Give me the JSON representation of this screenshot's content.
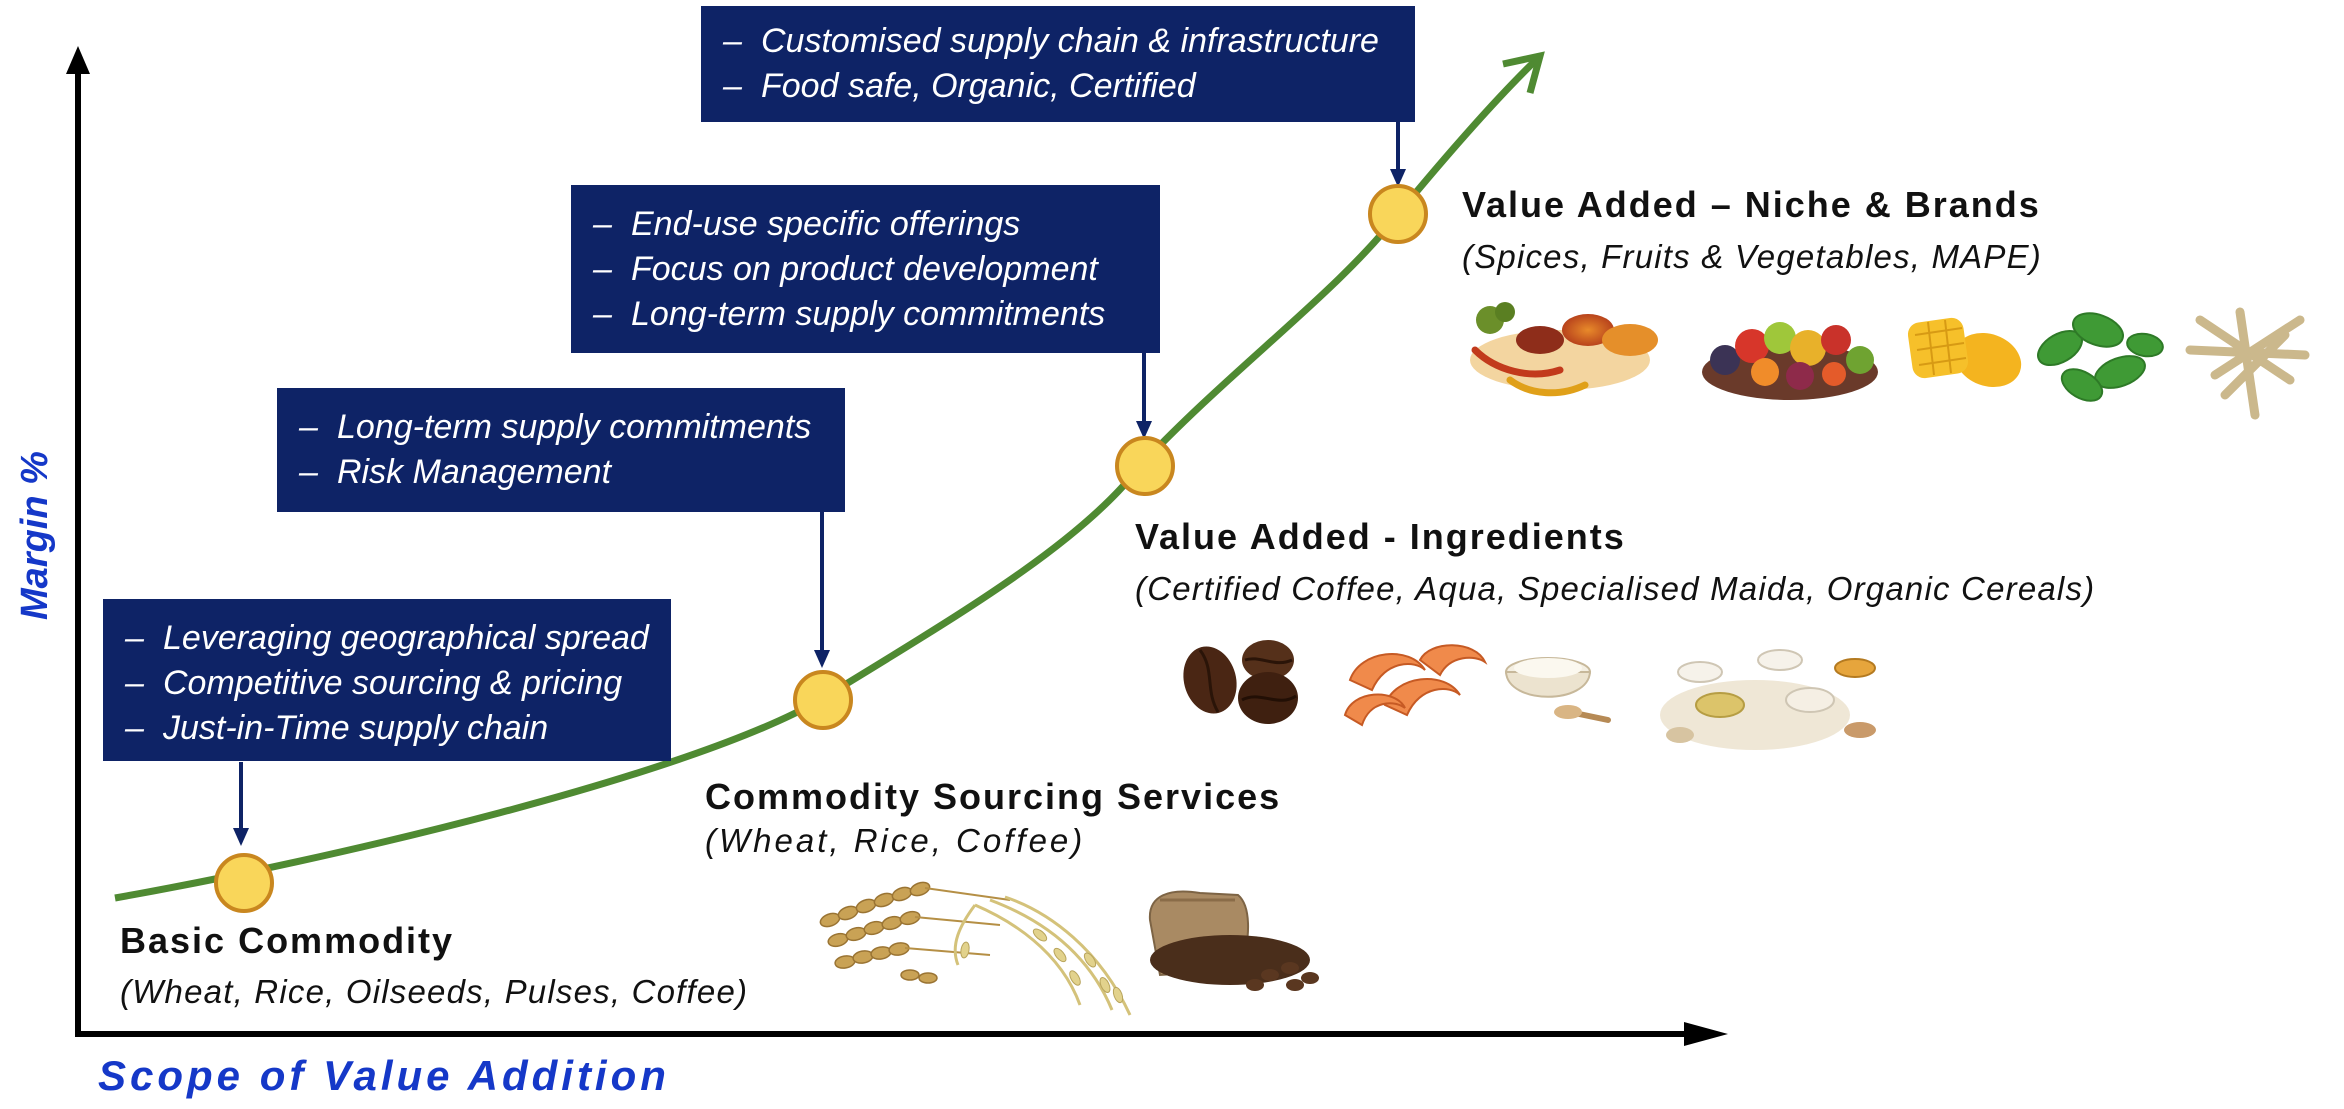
{
  "axes": {
    "y_label": "Margin %",
    "x_label": "Scope of Value Addition"
  },
  "colors": {
    "box_fill": "#0e2366",
    "curve": "#4f8a32",
    "node_fill": "#f9d65a",
    "node_stroke": "#c9871f",
    "axis_label": "#1538c8",
    "axis": "#000000"
  },
  "boxes": [
    {
      "id": "box-basic",
      "bullets": [
        "Leveraging geographical spread",
        "Competitive sourcing & pricing",
        "Just-in-Time supply chain"
      ]
    },
    {
      "id": "box-sourcing",
      "bullets": [
        "Long-term supply commitments",
        "Risk Management"
      ]
    },
    {
      "id": "box-ingredients",
      "bullets": [
        "End-use specific offerings",
        "Focus on product development",
        "Long-term supply commitments"
      ]
    },
    {
      "id": "box-niche",
      "bullets": [
        "Customised supply chain & infrastructure",
        "Food safe, Organic, Certified"
      ]
    }
  ],
  "stages": [
    {
      "title": "Basic Commodity",
      "subtitle": "(Wheat, Rice, Oilseeds, Pulses, Coffee)",
      "images": [
        "wheat-ears-image",
        "rice-stalks-image",
        "coffee-beans-sack-image"
      ]
    },
    {
      "title": "Commodity Sourcing Services",
      "subtitle": "(Wheat, Rice, Coffee)",
      "images": []
    },
    {
      "title": "Value Added - Ingredients",
      "subtitle": "(Certified Coffee, Aqua, Specialised Maida, Organic Cereals)",
      "images": [
        "roasted-coffee-beans-image",
        "shrimp-image",
        "flour-bowl-image",
        "cereals-bowls-image"
      ]
    },
    {
      "title": "Value Added – Niche & Brands",
      "subtitle": "(Spices, Fruits & Vegetables, MAPE)",
      "images": [
        "spices-image",
        "fruits-vegetables-image",
        "mango-image",
        "herb-leaves-image",
        "dried-roots-image"
      ]
    }
  ]
}
